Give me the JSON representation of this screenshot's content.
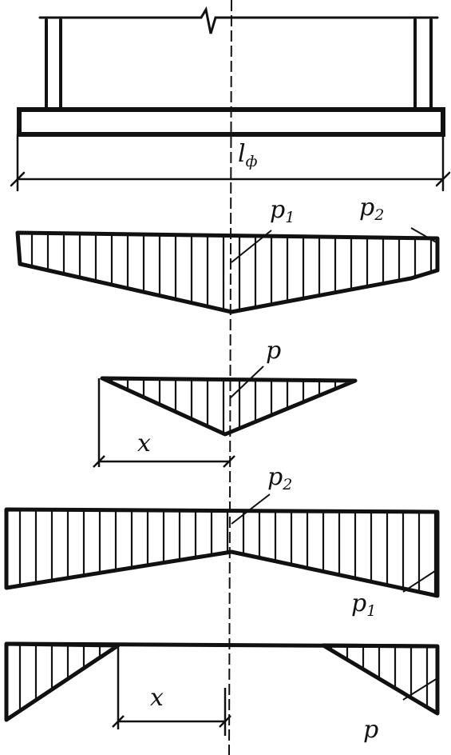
{
  "labels": {
    "foundation_width": {
      "main": "l",
      "sub": "ф"
    },
    "d1_p1": {
      "main": "p",
      "sub": "1"
    },
    "d1_p2": {
      "main": "p",
      "sub": "2"
    },
    "d2_p": {
      "main": "p"
    },
    "d2_x": {
      "main": "x"
    },
    "d3_p2": {
      "main": "p",
      "sub": "2"
    },
    "d3_p1": {
      "main": "p",
      "sub": "1"
    },
    "d4_x": {
      "main": "x"
    },
    "d4_p": {
      "main": "p"
    }
  },
  "colors": {
    "ink": "#111111",
    "background": "#ffffff"
  }
}
